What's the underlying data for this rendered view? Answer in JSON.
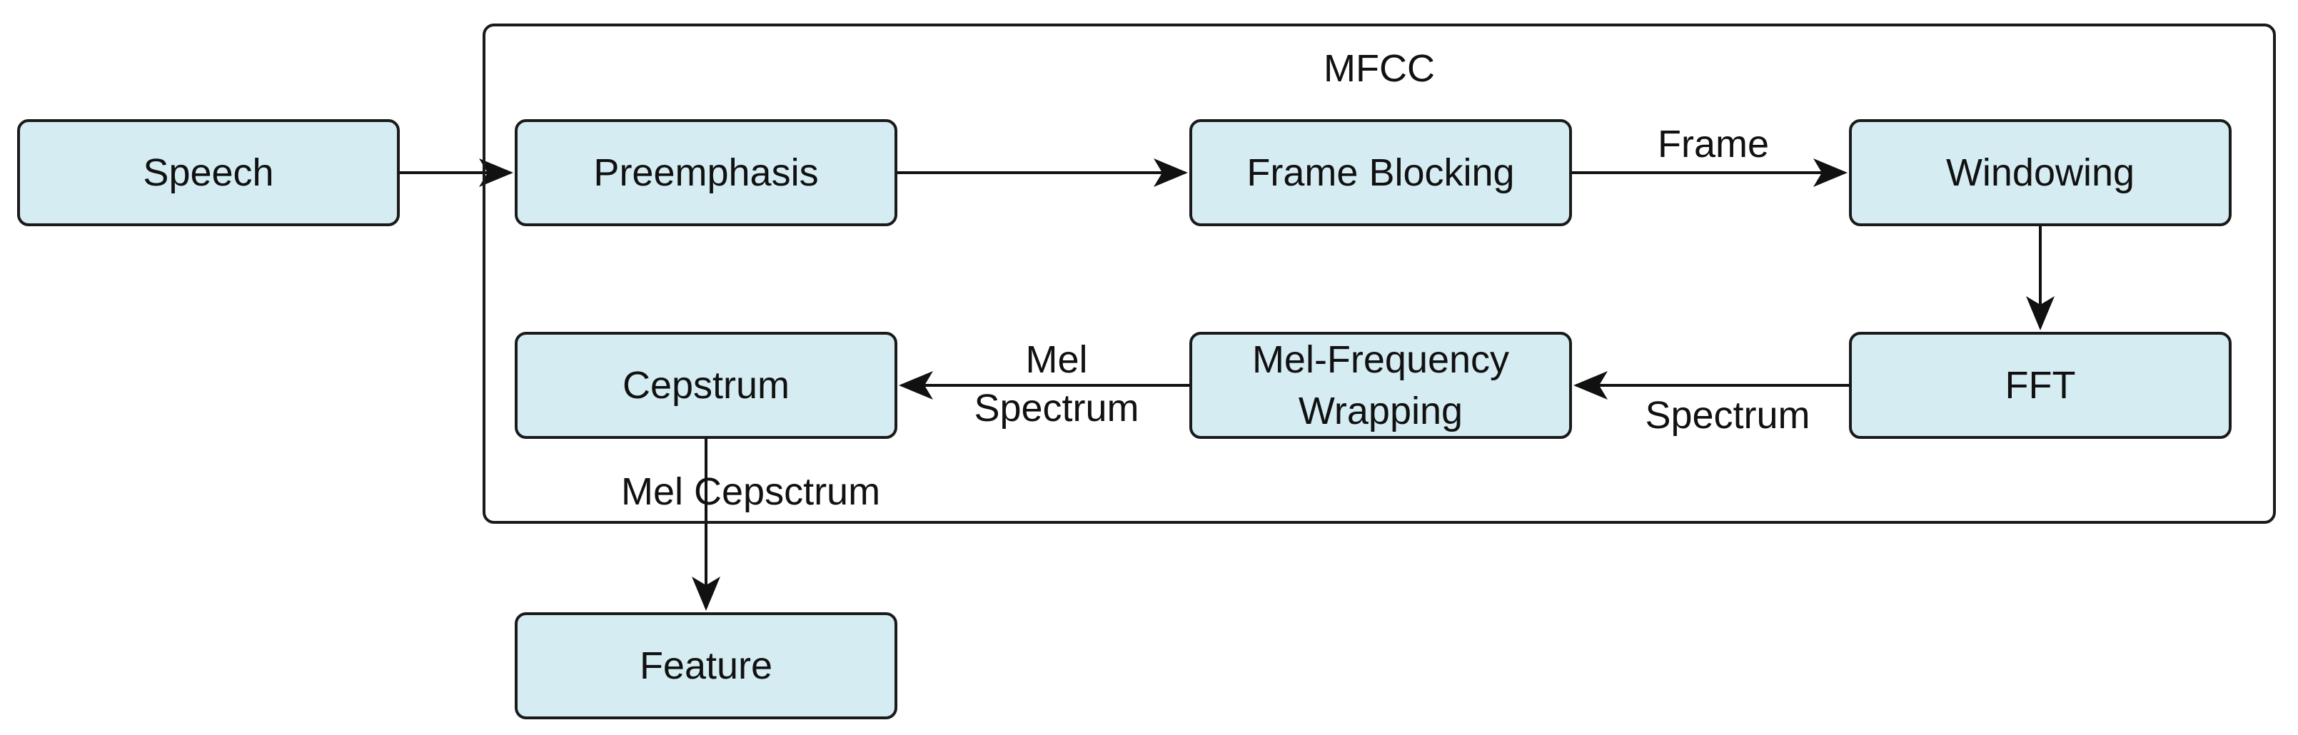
{
  "group": {
    "title": "MFCC"
  },
  "nodes": {
    "speech": "Speech",
    "preemphasis": "Preemphasis",
    "frame_blocking": "Frame Blocking",
    "windowing": "Windowing",
    "fft": "FFT",
    "mel_frequency_wrapping": "Mel-Frequency\nWrapping",
    "cepstrum": "Cepstrum",
    "feature": "Feature"
  },
  "edge_labels": {
    "frame": "Frame",
    "mel_spectrum": "Mel\nSpectrum",
    "spectrum": "Spectrum",
    "mel_cepstrum": "Mel Cepsctrum"
  },
  "colors": {
    "node_fill": "#d5ecf2",
    "stroke": "#1a1a1a"
  }
}
